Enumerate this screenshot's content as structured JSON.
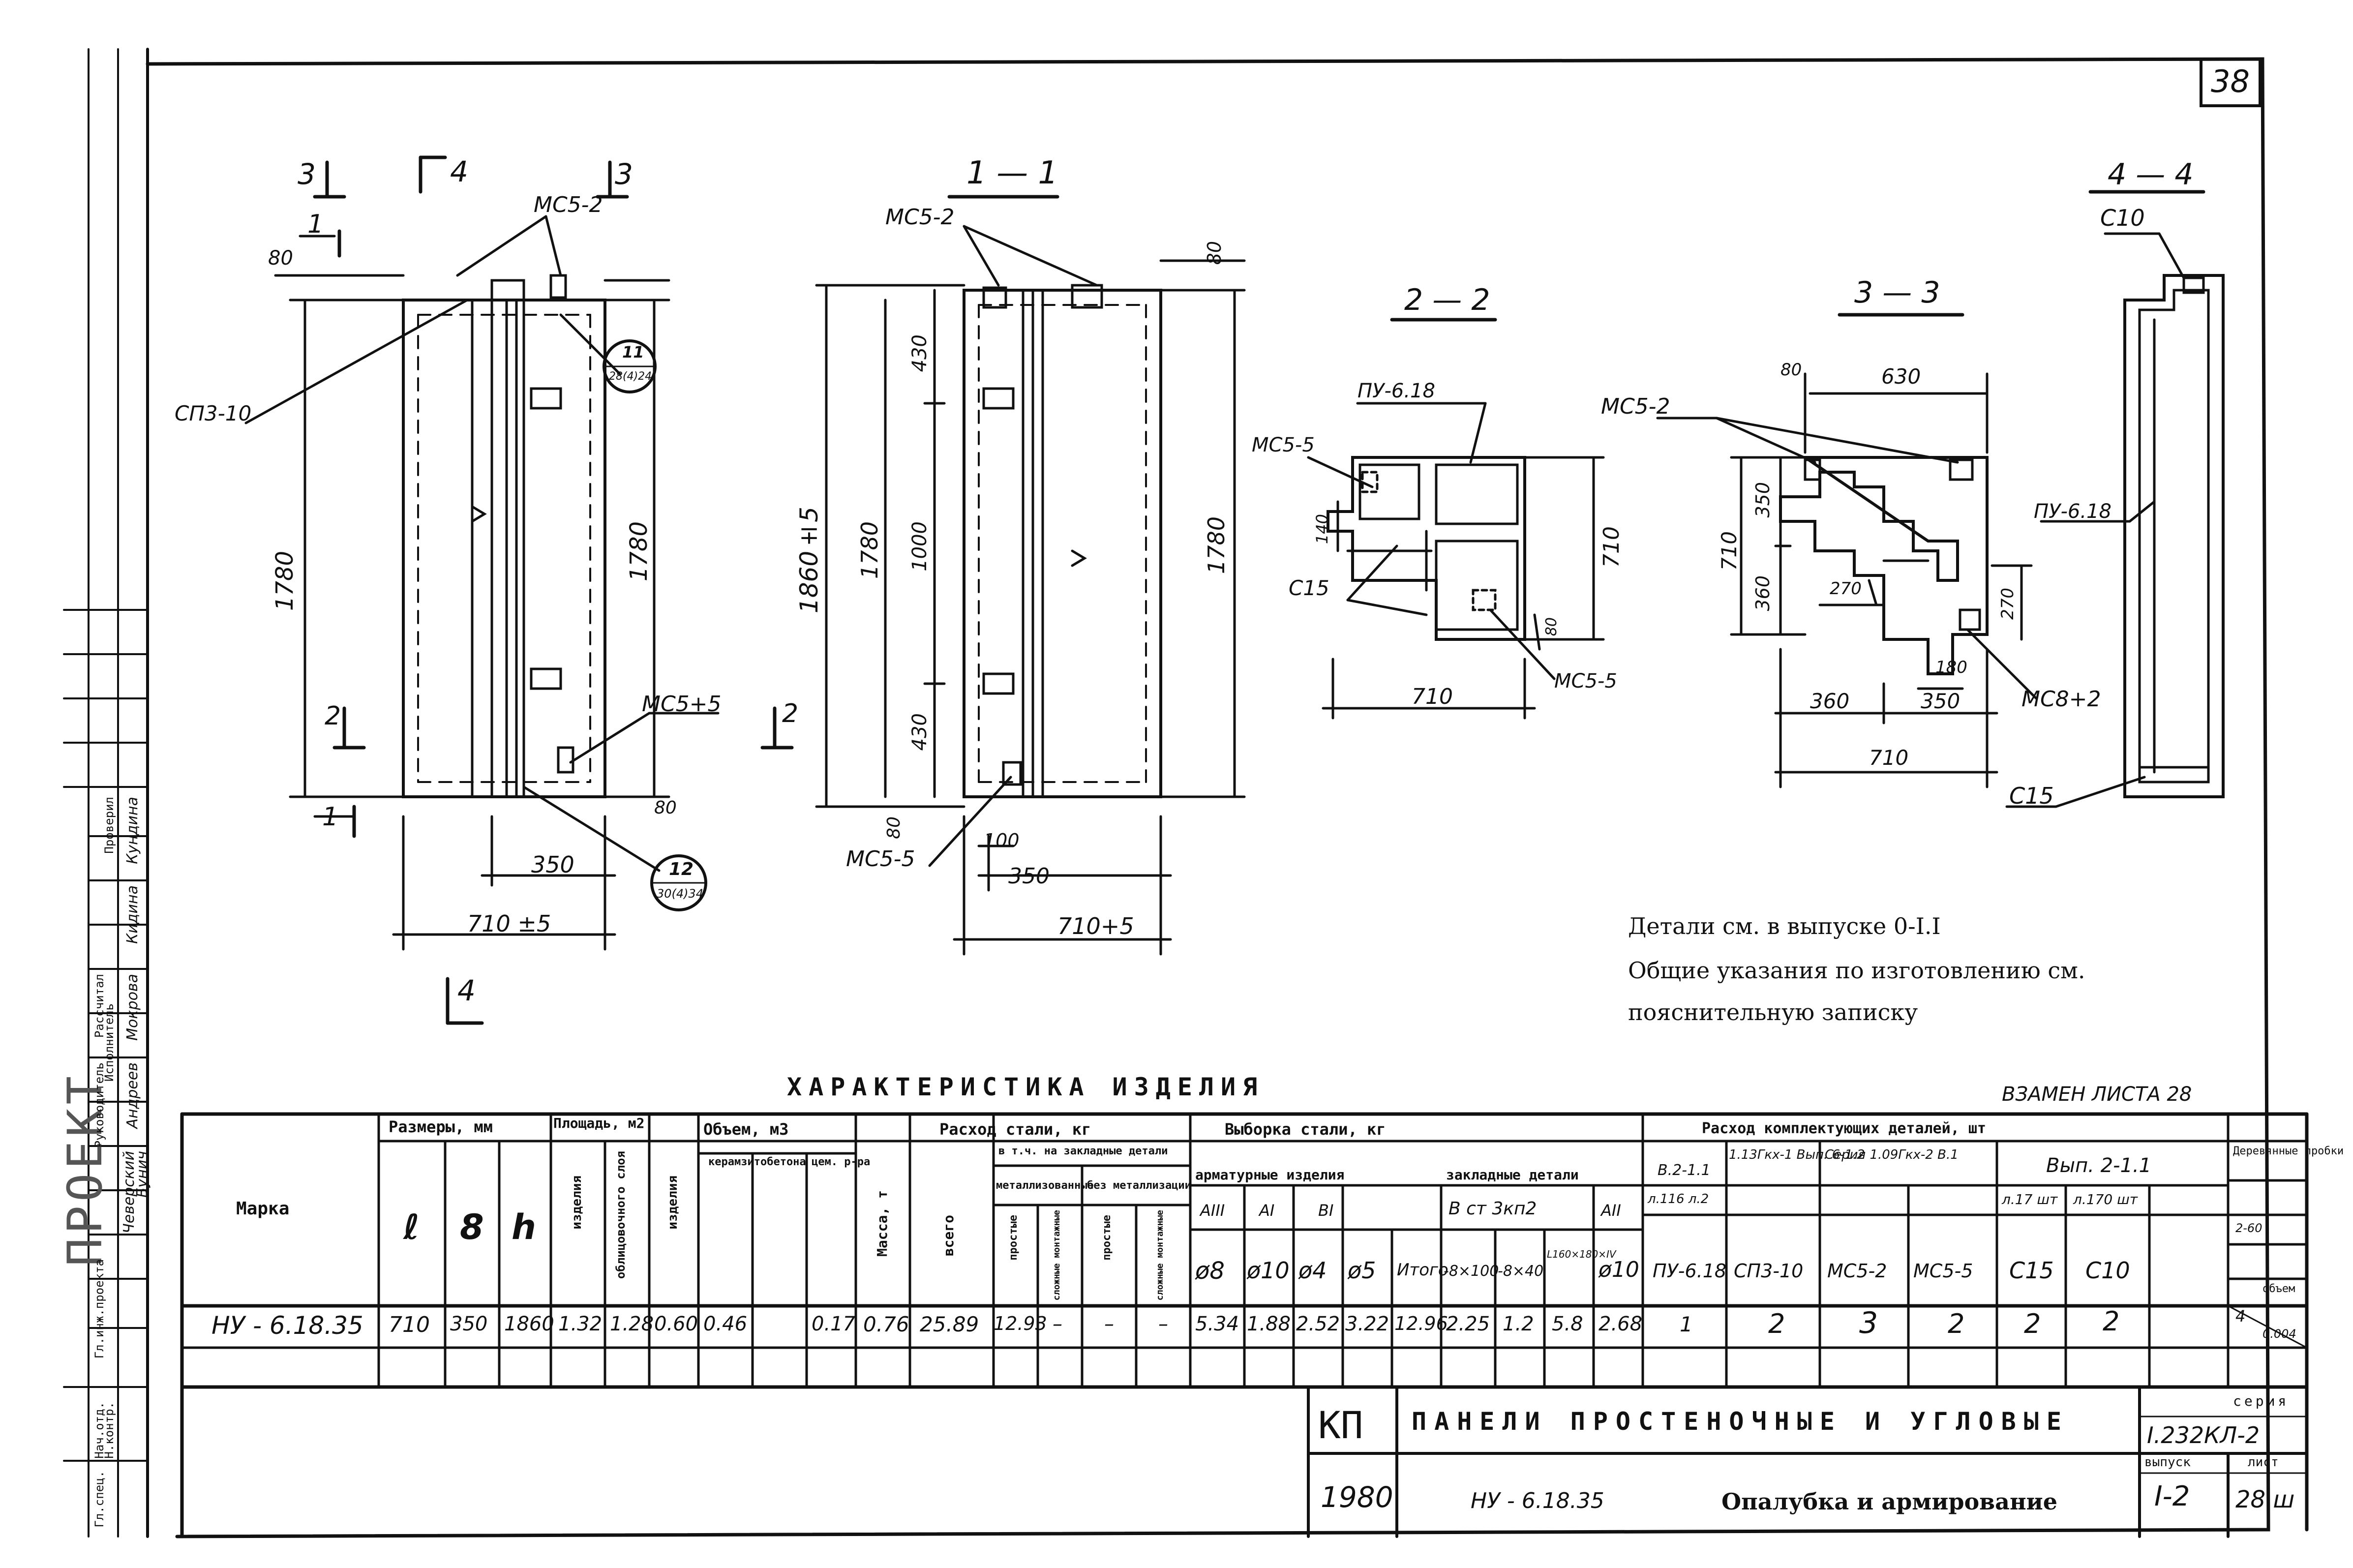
{
  "sheet_number": "38",
  "views": {
    "front": {
      "cut_3_left": "3",
      "cut_3_right": "3",
      "cut_4_top": "4",
      "cut_4_bottom": "4",
      "cut_1_top": "1",
      "cut_1_bottom": "1",
      "cut_2_left": "2",
      "cut_2_right": "2",
      "dim_80": "80",
      "dim_height_left": "1780",
      "dim_height_right": "1780",
      "dim_bottom": "80",
      "dim_350": "350",
      "dim_width": "710 ±5",
      "label_mc5_2": "МС5-2",
      "label_sp3_10": "СП3-10",
      "label_mc5_5": "МС5+5",
      "callout_11_num": "11",
      "callout_11_sub": "28(4)24",
      "callout_12_num": "12",
      "callout_12_sub": "30(4)34"
    },
    "section_1_1": {
      "title": "1 — 1",
      "label_mc5_2": "МС5-2",
      "label_mc5_5": "МС5-5",
      "dim_80_top": "80",
      "dim_total": "1860±5",
      "dim_1780": "1780",
      "dim_430_top": "430",
      "dim_1000": "1000",
      "dim_430_bottom": "430",
      "dim_right": "1780",
      "dim_80_bottom": "80",
      "dim_100": "100",
      "dim_350": "350",
      "dim_width": "710+5"
    },
    "section_2_2": {
      "title": "2 — 2",
      "label_pu": "ПУ-6.18",
      "label_mc5_5_top": "МС5-5",
      "label_c15": "С15",
      "label_mc5_5_bottom": "МС5-5",
      "dim_140": "140",
      "dim_710_v": "710",
      "dim_80": "80",
      "dim_710_h": "710"
    },
    "section_3_3": {
      "title": "3 — 3",
      "label_mc5_2": "МС5-2",
      "label_mc8_2": "МС8+2",
      "dim_80": "80",
      "dim_630": "630",
      "dim_710_v": "710",
      "dim_350_v": "350",
      "dim_360_v": "360",
      "dim_270_a": "270",
      "dim_270_b": "270",
      "dim_180": "180",
      "dim_360_h": "360",
      "dim_350_h": "350",
      "dim_710_h": "710"
    },
    "section_4_4": {
      "title": "4 — 4",
      "label_c10": "С10",
      "label_pu": "ПУ-6.18",
      "label_c15": "С15"
    }
  },
  "notes": {
    "line1": "Детали см. в выпуске 0-I.I",
    "line2": "Общие указания по изготовлению см.",
    "line3": "пояснительную записку"
  },
  "table": {
    "title": "ХАРАКТЕРИСТИКА ИЗДЕЛИЯ",
    "replaces": "ВЗАМЕН ЛИСТА 28",
    "headers": {
      "marka": "Марка",
      "sizes": "Размеры, мм",
      "l": "ℓ",
      "b": "8",
      "h": "h",
      "area": "Площадь, м2",
      "area_item": "изделия",
      "area_facing": "облицовочного слоя",
      "volume": "Объем, м3",
      "vol_item": "изделия",
      "vol_ceramic": "керамзитобетона",
      "vol_cement": "цем. р-ра",
      "mass": "Масса, т",
      "steel_use": "Расход стали, кг",
      "steel_total": "всего",
      "steel_embedded": "в т.ч. на закладные детали",
      "steel_metal": "металлизованные",
      "steel_nonmetal": "без металлизации",
      "sub_simple": "простые",
      "sub_complex": "сложные монтажные",
      "steel_select": "Выборка стали, кг",
      "rebar_items": "арматурные изделия",
      "embedded_parts": "закладные детали",
      "a3": "АIII",
      "a1": "АI",
      "b1": "ВI",
      "vst": "В ст 3кп2",
      "a2": "АII",
      "d8": "ø8",
      "d10": "ø10",
      "d4": "ø4",
      "d5": "ø5",
      "total": "Итого",
      "p1": "-8×100",
      "p2": "-8×40",
      "p3": "L160×180×IV",
      "d10b": "ø10",
      "compl": "Расход комплектующих деталей, шт",
      "c_pu": "ПУ-6.18",
      "c_sp": "СП3-10",
      "c_mc52": "МС5-2",
      "c_mc55": "МС5-5",
      "c_c15": "С15",
      "c_c10": "С10",
      "c_g1": "В.2-1.1",
      "c_g1b": "л.116 л.2",
      "c_g2": "1.13Гкх-1 Вып. 6-1.2",
      "c_g3": "Серия 1.09Гкх-2 В.1",
      "c_g4": "Вып. 2-1.1",
      "c_g4a": "л.17 шт",
      "c_g4b": "л.170 шт",
      "wood": "Деревянные пробки",
      "wood_sub": "2-60",
      "wood_vol": "объем"
    },
    "row": {
      "marka": "НУ - 6.18.35",
      "l": "710",
      "b": "350",
      "h": "1860",
      "area_item": "1.32",
      "area_facing": "1.28",
      "vol_item": "0.60",
      "vol_ceramic": "0.46",
      "vol_cement": "0.17",
      "mass": "0.76",
      "steel_total": "25.89",
      "steel_simple": "12.93",
      "steel_complex": "–",
      "steel_nm_simple": "–",
      "steel_nm_complex": "–",
      "d8": "5.34",
      "d10": "1.88",
      "d4": "2.52",
      "d5": "3.22",
      "total": "12.96",
      "p1": "2.25",
      "p2": "1.2",
      "p3": "5.8",
      "d10b": "2.68",
      "c_pu": "1",
      "c_sp": "2",
      "c_mc52": "3",
      "c_mc55": "2",
      "c_c15": "2",
      "c_c10": "2",
      "wood_n": "4",
      "wood_v": "0.004"
    }
  },
  "title_block": {
    "kp": "КП",
    "year": "1980",
    "name": "ПАНЕЛИ ПРОСТЕНОЧНЫЕ И УГЛОВЫЕ",
    "code": "НУ - 6.18.35",
    "subtitle": "Опалубка и армирование",
    "series_label": "серия",
    "series": "I.232КЛ-2",
    "issue_label": "выпуск",
    "issue": "I-2",
    "sheet_label": "лист",
    "sheet": "28 ш"
  },
  "stamp": {
    "word": "ПРОЕКТ",
    "s1": "Чеверский",
    "s2": "Бунич",
    "s3": "Руководитель",
    "s4": "Исполнитель",
    "s5": "Рассчитал",
    "s6": "Гл.инж.проекта",
    "s7": "Нач.отд.",
    "s8": "Н.контр.",
    "s9": "Гл.спец.",
    "s10": "Проверил",
    "s11": "Кундина",
    "s12": "Кидина",
    "s13": "Мокрова",
    "s14": "Андреев"
  }
}
